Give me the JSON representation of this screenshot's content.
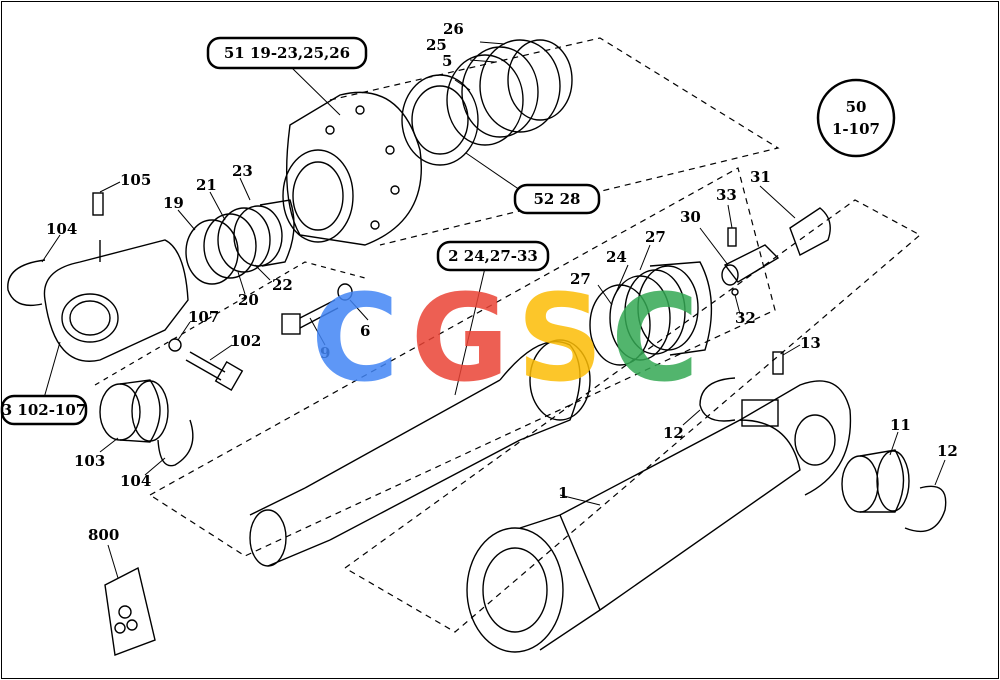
{
  "diagram": {
    "boxes": {
      "b51": "51 19-23,25,26",
      "b52": "52 28",
      "b2": "2 24,27-33",
      "b3": "3 102-107",
      "b50a": "50",
      "b50b": "1-107"
    },
    "labels": {
      "l1": "1",
      "l5": "5",
      "l6": "6",
      "l9": "9",
      "l11": "11",
      "l12a": "12",
      "l12b": "12",
      "l13": "13",
      "l19": "19",
      "l20": "20",
      "l21": "21",
      "l22": "22",
      "l23": "23",
      "l24": "24",
      "l25": "25",
      "l26": "26",
      "l27a": "27",
      "l27b": "27",
      "l30": "30",
      "l31": "31",
      "l32": "32",
      "l33": "33",
      "l102": "102",
      "l103": "103",
      "l104a": "104",
      "l104b": "104",
      "l105": "105",
      "l107": "107",
      "l800": "800"
    },
    "watermark": {
      "text": "CGSC",
      "colors": [
        "#4285f4",
        "#ea4335",
        "#fbbc05",
        "#34a853"
      ]
    }
  }
}
